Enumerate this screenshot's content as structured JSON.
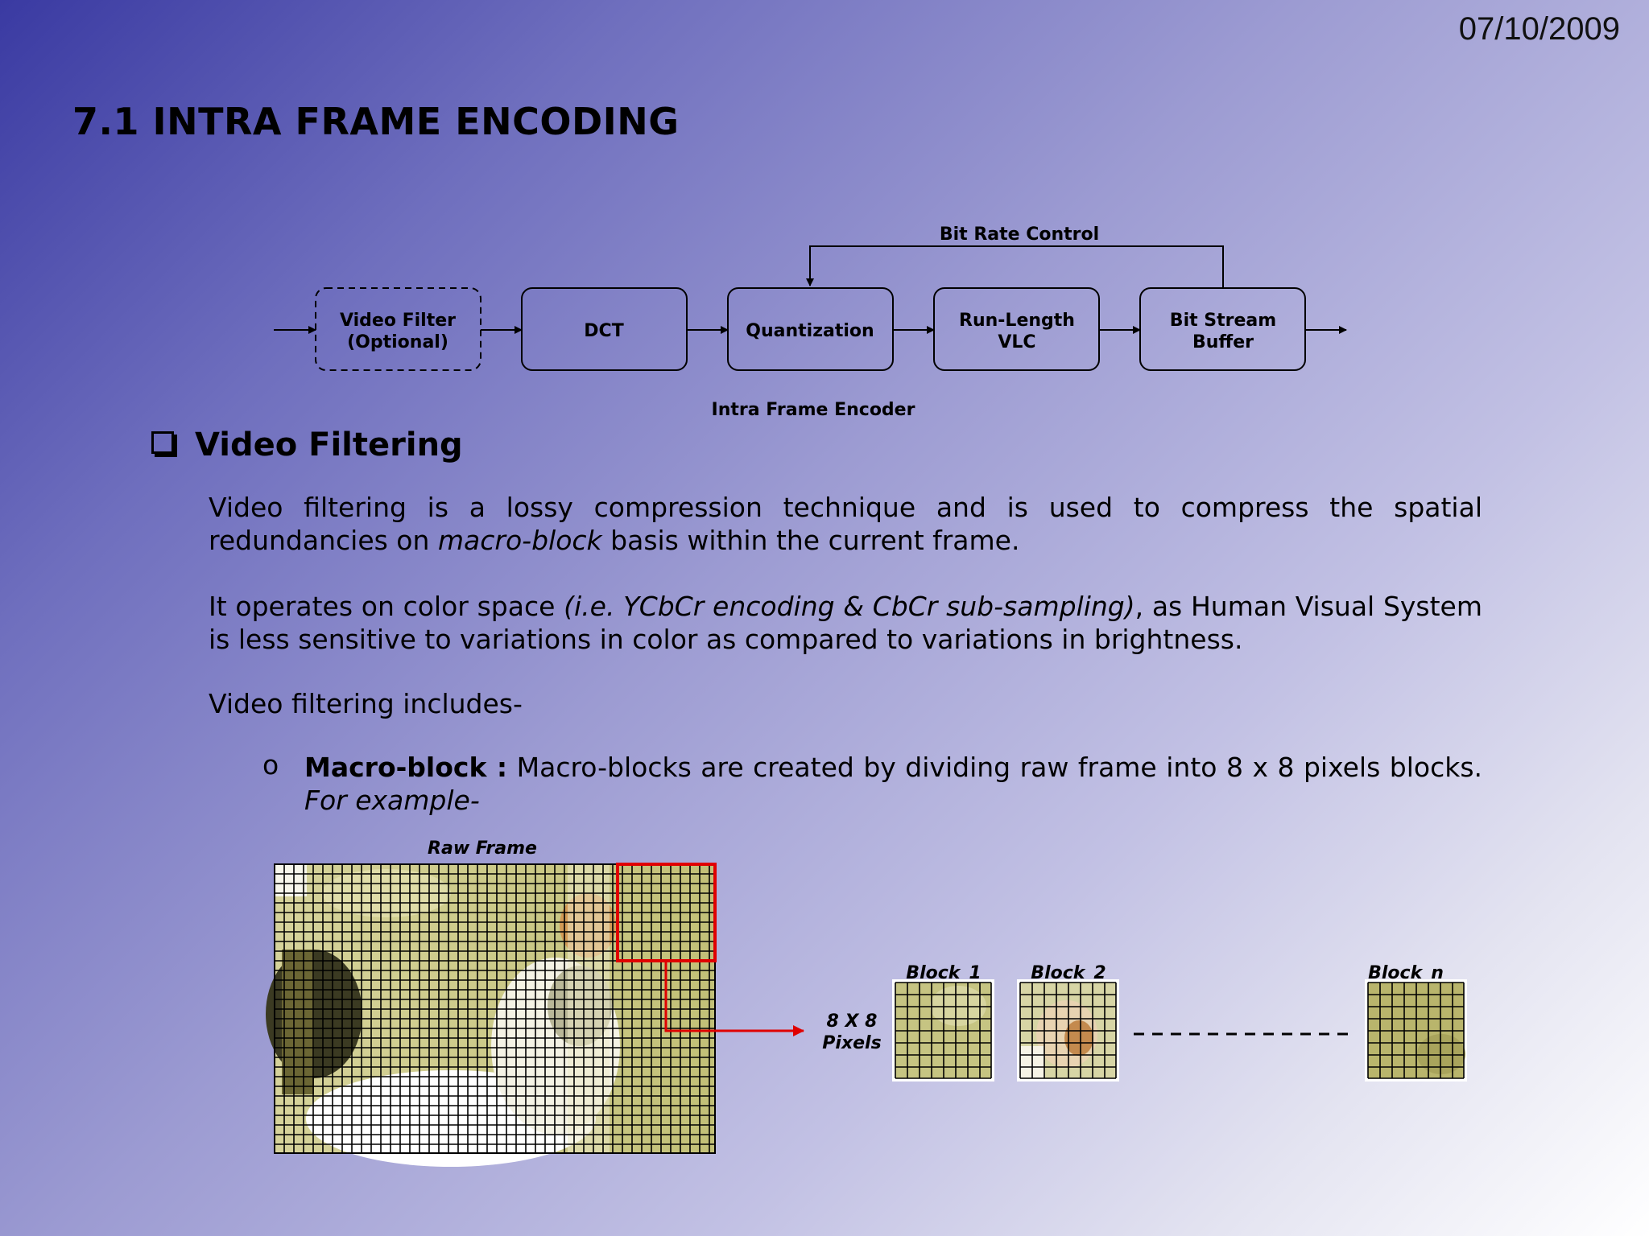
{
  "date": "07/10/2009",
  "title": "7.1 INTRA FRAME ENCODING",
  "diagram": {
    "feedback_label": "Bit Rate Control",
    "caption": "Intra Frame Encoder",
    "blocks": [
      {
        "line1": "Video Filter",
        "line2": "(Optional)",
        "dashed": true
      },
      {
        "line1": "DCT",
        "line2": "",
        "dashed": false
      },
      {
        "line1": "Quantization",
        "line2": "",
        "dashed": false
      },
      {
        "line1": "Run-Length",
        "line2": "VLC",
        "dashed": false
      },
      {
        "line1": "Bit Stream",
        "line2": "Buffer",
        "dashed": false
      }
    ]
  },
  "section": {
    "heading": "Video Filtering",
    "para1": {
      "text_a": "Video filtering is a lossy compression technique and is used to compress the spatial redundancies on ",
      "italic": "macro-block",
      "text_b": " basis within the current frame."
    },
    "para2": {
      "text_a": "It operates on color space ",
      "italic": "(i.e. YCbCr encoding & CbCr sub-sampling)",
      "text_b": ", as Human Visual System is less sensitive to variations in color as compared to variations in brightness."
    },
    "para3": "Video filtering includes-",
    "bullet": {
      "marker": "o",
      "bold": "Macro-block :",
      "text": " Macro-blocks are created by dividing raw frame into 8 x 8 pixels blocks. ",
      "italic": "For example-"
    }
  },
  "figure": {
    "raw_frame_label": "Raw Frame",
    "pixels_label_1": "8 X 8",
    "pixels_label_2": "Pixels",
    "blocks": [
      "Block_1",
      "Block_2",
      "Block_n"
    ],
    "highlight_color": "#e00000"
  }
}
